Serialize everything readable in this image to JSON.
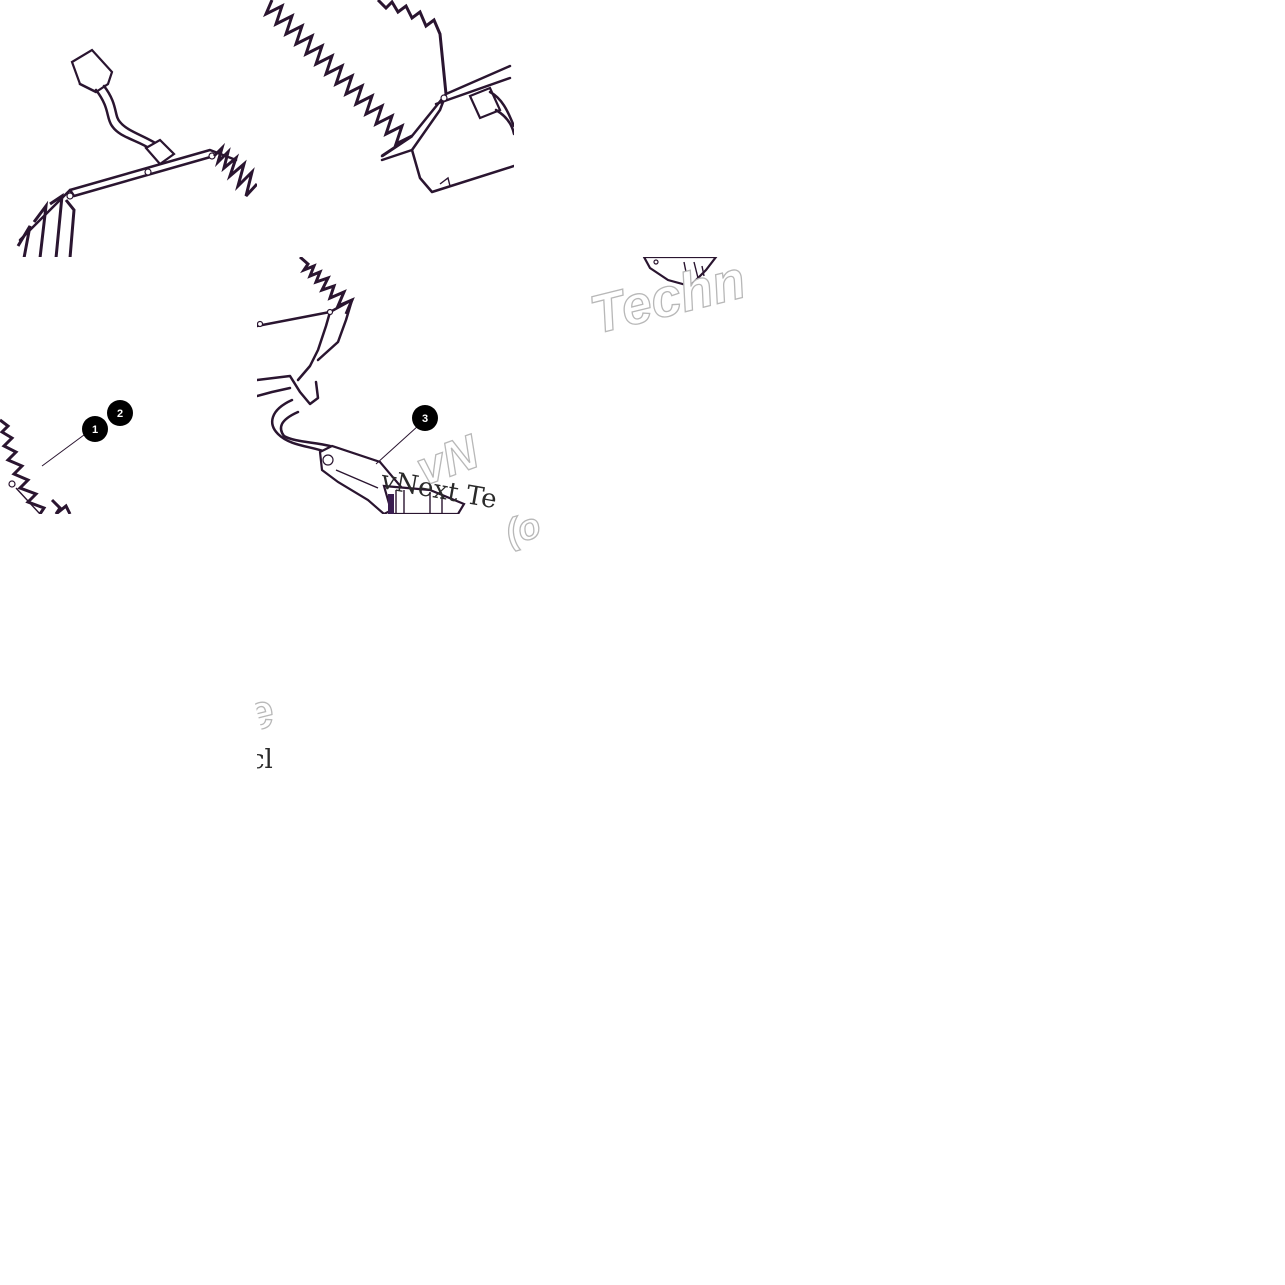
{
  "callouts": [
    {
      "label": "1"
    },
    {
      "label": "2"
    },
    {
      "label": "3"
    }
  ],
  "watermarks": {
    "outline_a": "Techn",
    "outline_b": "vN",
    "serif_a": "vNext Te",
    "outline_c": "(o",
    "outline_d": "e",
    "serif_b": "cl"
  },
  "colors": {
    "line": "#2a1530",
    "callout_fill": "#000000",
    "watermark_outline": "#b8b8b8"
  }
}
